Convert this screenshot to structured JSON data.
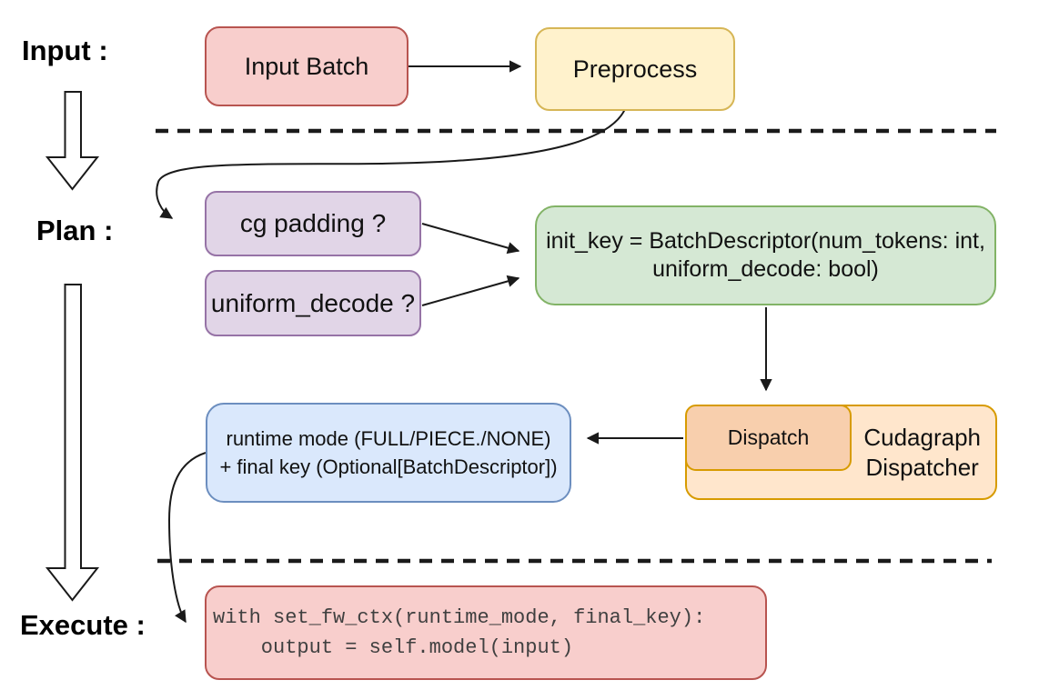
{
  "diagram": {
    "stages": {
      "input_label": "Input :",
      "plan_label": "Plan :",
      "execute_label": "Execute :"
    },
    "nodes": {
      "input_batch": {
        "label": "Input Batch",
        "fill": "#f8cecc",
        "stroke": "#b85450"
      },
      "preprocess": {
        "label": "Preprocess",
        "fill": "#fff2cc",
        "stroke": "#d6b656"
      },
      "cg_padding": {
        "label": "cg padding ?",
        "fill": "#e1d5e7",
        "stroke": "#9673a6"
      },
      "uniform_decode": {
        "label": "uniform_decode ?",
        "fill": "#e1d5e7",
        "stroke": "#9673a6"
      },
      "init_key": {
        "label": "init_key = BatchDescriptor(num_tokens: int,\nuniform_decode: bool)",
        "fill": "#d5e8d4",
        "stroke": "#82b366"
      },
      "cudagraph_dispatcher": {
        "label": "Cudagraph\nDispatcher",
        "fill": "#ffe6cc",
        "stroke": "#d79b00"
      },
      "dispatch": {
        "label": "Dispatch",
        "fill": "#f8cfad",
        "stroke": "#d79b00"
      },
      "runtime_mode": {
        "label": "runtime mode (FULL/PIECE./NONE)\n+ final key (Optional[BatchDescriptor])",
        "fill": "#dae8fc",
        "stroke": "#6c8ebf"
      },
      "execute_code": {
        "label": "with set_fw_ctx(runtime_mode, final_key):\n    output = self.model(input)",
        "fill": "#f8cecc",
        "stroke": "#b85450"
      }
    },
    "style": {
      "arrow_color": "#1a1a1a",
      "background": "#ffffff"
    }
  }
}
